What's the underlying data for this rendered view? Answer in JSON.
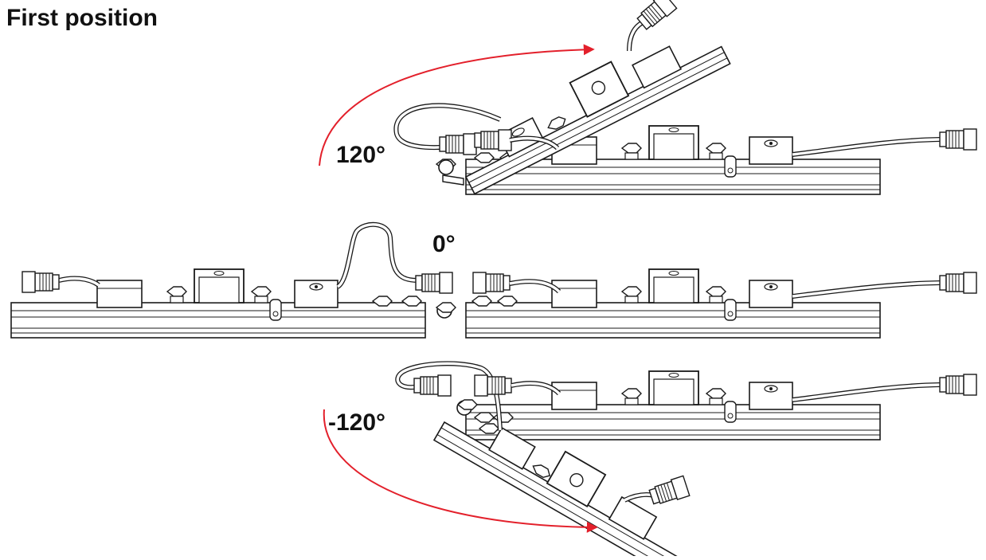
{
  "title": "First position",
  "angles": {
    "top": "120°",
    "middle": "0°",
    "bottom": "-120°"
  },
  "colors": {
    "line": "#1a1a1a",
    "fill": "#ffffff",
    "arrow": "#e3202b"
  }
}
